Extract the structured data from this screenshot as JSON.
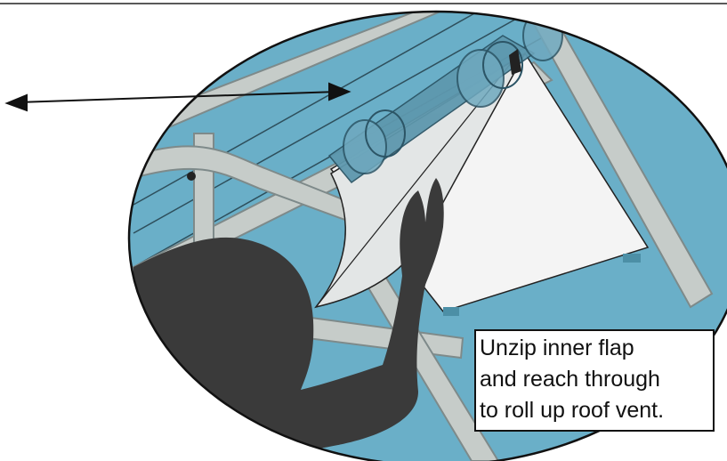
{
  "instruction": {
    "lines": [
      "Unzip inner flap",
      "and reach through",
      "to roll up roof vent."
    ]
  },
  "icons": {
    "arrow": "double-headed-arrow",
    "person": "person-silhouette-reaching",
    "vent": "roof-vent-flap"
  },
  "colors": {
    "canopy": "#6AAFC8",
    "frame": "#C6CCC9",
    "frame_edge": "#7E8A8A",
    "silhouette": "#3A3A3A",
    "vent_panel": "#F4F4F4",
    "rolled_vent": "#5E98AE"
  }
}
